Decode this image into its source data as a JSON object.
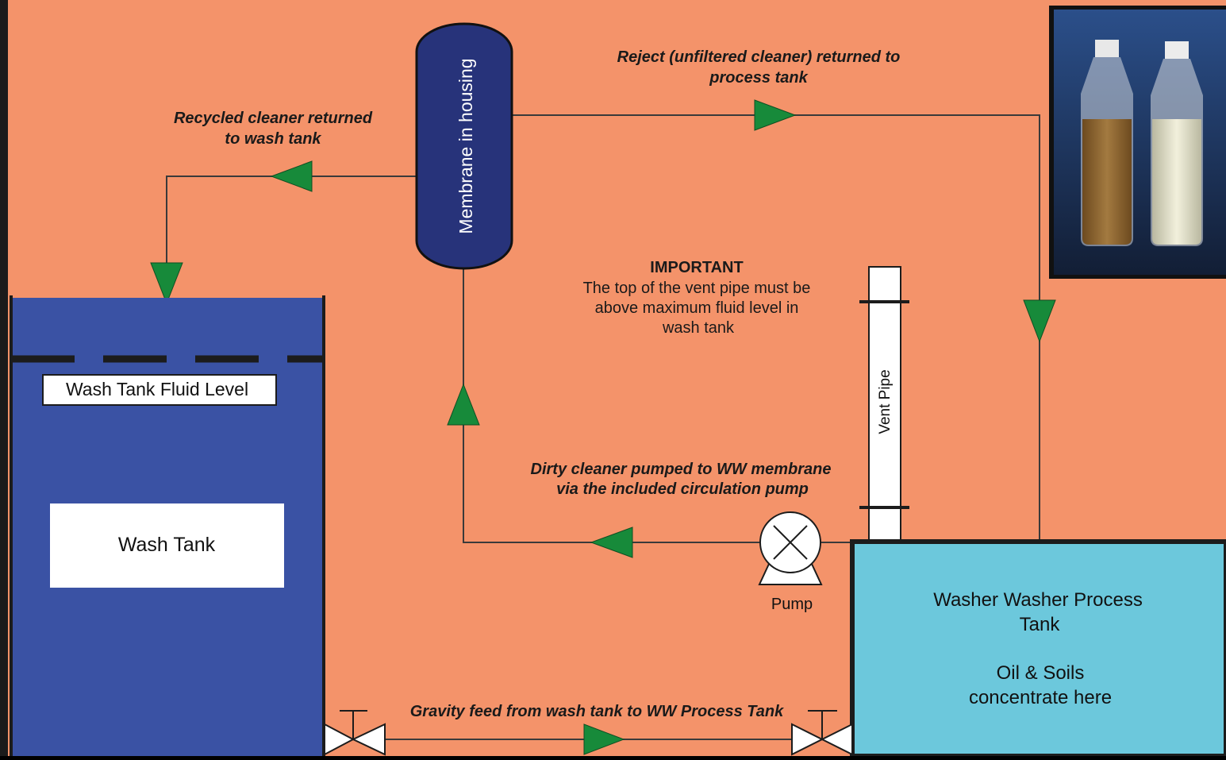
{
  "colors": {
    "background": "#f4936a",
    "wash_tank_fill": "#3a52a4",
    "process_tank_fill": "#6cc8dc",
    "membrane_fill": "#27337a",
    "arrow_fill": "#178a3a",
    "line": "#3a3a3a"
  },
  "membrane": {
    "label": "Membrane in housing"
  },
  "labels": {
    "recycled": [
      "Recycled cleaner returned",
      "to wash tank"
    ],
    "reject": [
      "Reject (unfiltered cleaner) returned to",
      "process tank"
    ],
    "important_title": "IMPORTANT",
    "important_body": [
      "The top of the vent pipe must be",
      "above maximum fluid level in",
      "wash tank"
    ],
    "dirty": [
      "Dirty cleaner pumped to WW membrane",
      "via the included circulation pump"
    ],
    "gravity": "Gravity feed from wash tank to WW Process Tank"
  },
  "wash_tank": {
    "fluid_level_label": "Wash Tank Fluid Level",
    "name": "Wash Tank"
  },
  "vent_pipe": {
    "label": "Vent Pipe"
  },
  "pump": {
    "label": "Pump"
  },
  "process_tank": {
    "title": [
      "Washer Washer Process",
      "Tank"
    ],
    "note": [
      "Oil & Soils",
      "concentrate here"
    ]
  },
  "photo": {
    "icon": "bottles-photo-icon"
  }
}
